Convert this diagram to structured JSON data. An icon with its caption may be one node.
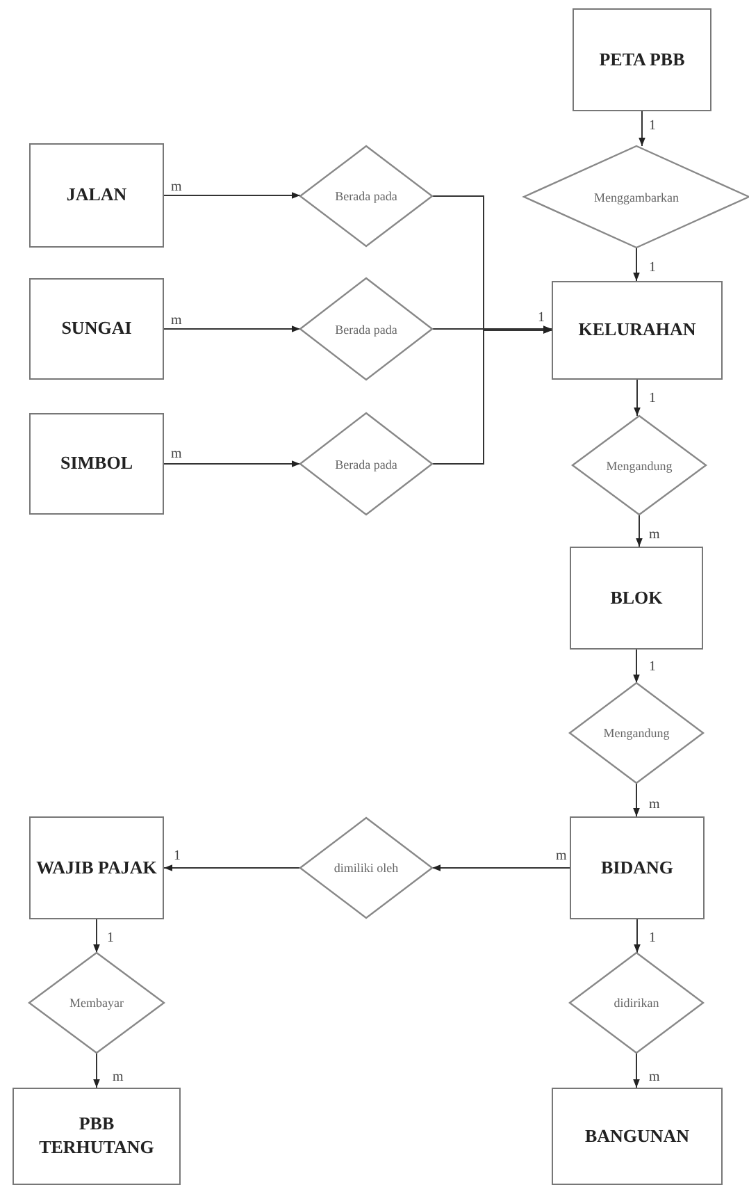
{
  "diagram": {
    "nodes": [
      {
        "text": [
          "PETA PBB"
        ]
      },
      {
        "text": [
          "Menggambarkan"
        ]
      },
      {
        "text": [
          "KELURAHAN"
        ]
      },
      {
        "text": [
          "JALAN"
        ]
      },
      {
        "text": [
          "Berada pada"
        ]
      },
      {
        "text": [
          "SUNGAI"
        ]
      },
      {
        "text": [
          "Berada pada"
        ]
      },
      {
        "text": [
          "SIMBOL"
        ]
      },
      {
        "text": [
          "Berada pada"
        ]
      },
      {
        "text": [
          "Mengandung"
        ]
      },
      {
        "text": [
          "BLOK"
        ]
      },
      {
        "text": [
          "Mengandung"
        ]
      },
      {
        "text": [
          "BIDANG"
        ]
      },
      {
        "text": [
          "dimiliki oleh"
        ]
      },
      {
        "text": [
          "WAJIB PAJAK"
        ]
      },
      {
        "text": [
          "Membayar"
        ]
      },
      {
        "text": [
          "didirikan"
        ]
      },
      {
        "text": [
          "PBB TERHUTANG"
        ]
      },
      {
        "text": [
          "BANGUNAN"
        ]
      }
    ],
    "edges": [
      {
        "from": 0,
        "to": 1,
        "arrow": "to",
        "label": "1"
      },
      {
        "from": 1,
        "to": 2,
        "arrow": "to",
        "label": "1"
      },
      {
        "from": 3,
        "to": 4,
        "arrow": "to",
        "label": "m"
      },
      {
        "from": 5,
        "to": 6,
        "arrow": "to",
        "label": "m"
      },
      {
        "from": 7,
        "to": 8,
        "arrow": "to",
        "label": "m"
      },
      {
        "from": 4,
        "to": 2,
        "arrow": "to"
      },
      {
        "from": 6,
        "to": 2,
        "arrow": "to",
        "label": "1"
      },
      {
        "from": 8,
        "to": 2,
        "arrow": "to"
      },
      {
        "from": 2,
        "to": 9,
        "arrow": "to",
        "label": "1"
      },
      {
        "from": 9,
        "to": 10,
        "arrow": "to",
        "label": "m"
      },
      {
        "from": 10,
        "to": 11,
        "arrow": "to",
        "label": "1"
      },
      {
        "from": 11,
        "to": 12,
        "arrow": "to",
        "label": "m"
      },
      {
        "from": 12,
        "to": 13,
        "arrow": "to",
        "label": "m"
      },
      {
        "from": 13,
        "to": 14,
        "arrow": "to",
        "label": "1"
      },
      {
        "from": 14,
        "to": 15,
        "arrow": "to",
        "label": "1"
      },
      {
        "from": 15,
        "to": 17,
        "arrow": "to",
        "label": "m"
      },
      {
        "from": 12,
        "to": 16,
        "arrow": "to",
        "label": "1"
      },
      {
        "from": 16,
        "to": 18,
        "arrow": "to",
        "label": "m"
      }
    ]
  }
}
